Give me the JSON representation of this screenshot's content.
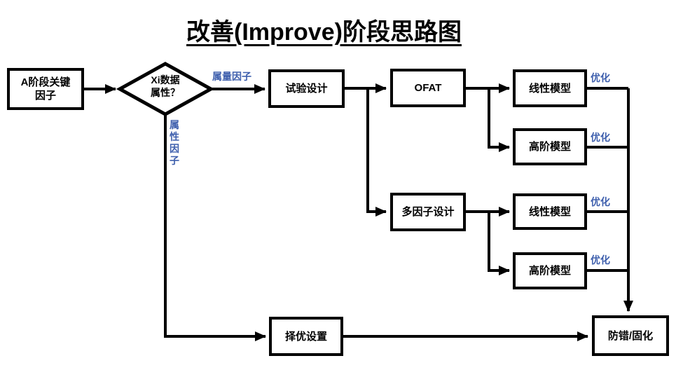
{
  "title": "改善(Improve)阶段思路图",
  "nodes": {
    "start": "A阶段关键\n因子",
    "decision": "Xi数据\n属性？",
    "doe": "试验设计",
    "ofat": "OFAT",
    "linear1": "线性模型",
    "higher1": "高阶模型",
    "multifactor": "多因子设计",
    "linear2": "线性模型",
    "higher2": "高阶模型",
    "optimal": "择优设置",
    "proof": "防错/固化"
  },
  "edge_labels": {
    "quantitative": "属量因子",
    "attribute": "属性因子",
    "optimize1": "优化",
    "optimize2": "优化",
    "optimize3": "优化",
    "optimize4": "优化"
  },
  "colors": {
    "line": "#000000",
    "label": "#3e5fad"
  }
}
